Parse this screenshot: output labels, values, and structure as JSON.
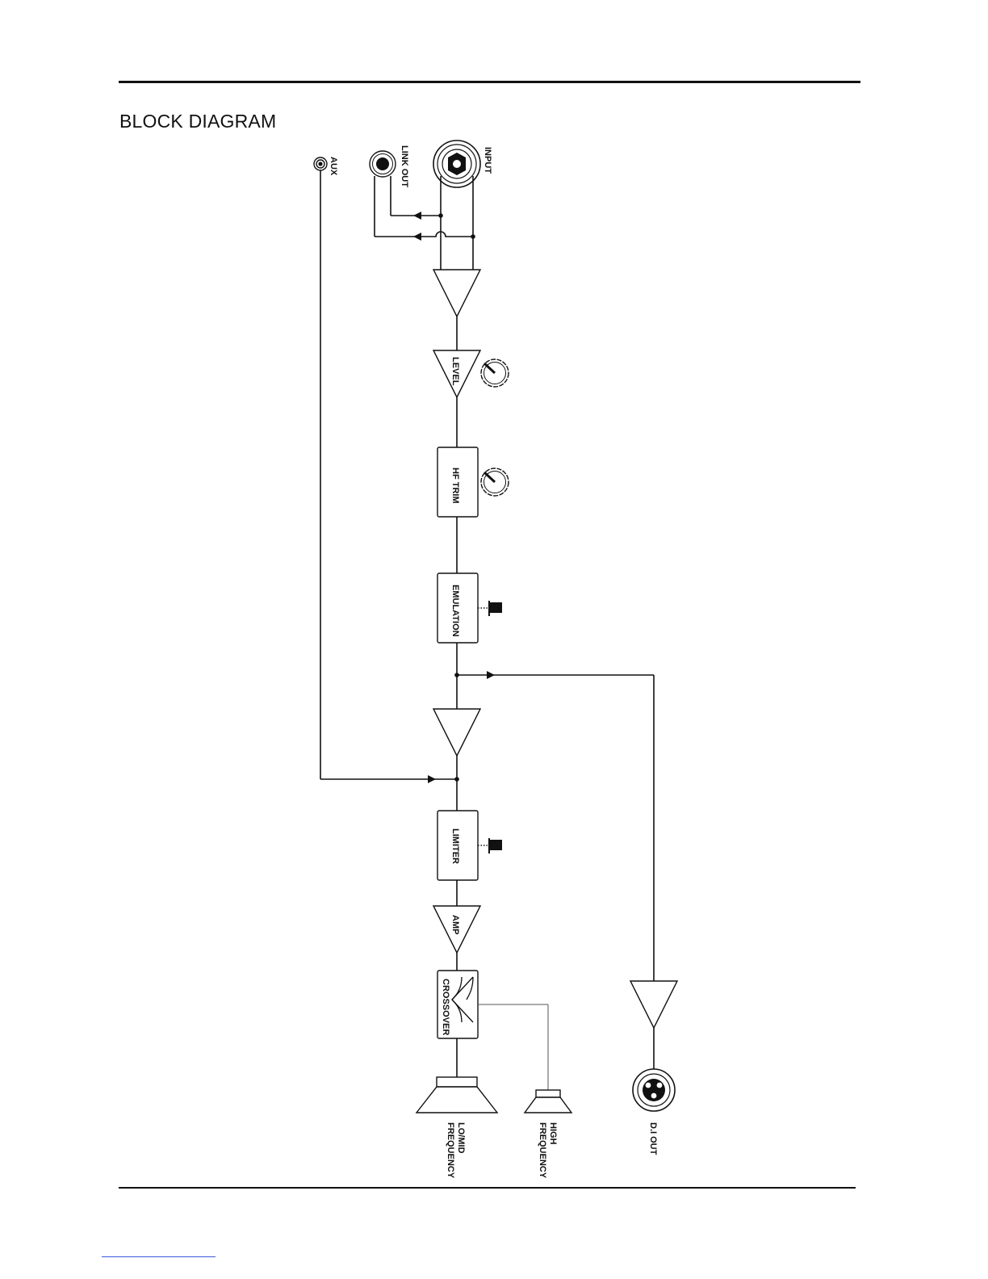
{
  "header": {
    "title": "BLOCK DIAGRAM"
  },
  "diagram": {
    "connectors": {
      "aux": "AUX",
      "link_out": "LINK OUT",
      "input": "INPUT",
      "di_out": "D.I OUT"
    },
    "blocks": {
      "level": "LEVEL",
      "hf_trim": "HF TRIM",
      "emulation": "EMULATION",
      "limiter": "LIMITER",
      "amp": "AMP",
      "crossover": "CROSSOVER"
    },
    "speakers": {
      "lo_mid": [
        "LO/MID",
        "FREQUENCY"
      ],
      "high": [
        "HIGH",
        "FREQUENCY"
      ]
    }
  }
}
